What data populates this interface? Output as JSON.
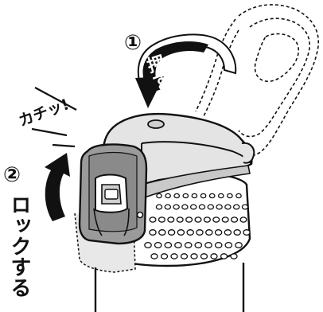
{
  "step1": {
    "number": "①",
    "label": "押す"
  },
  "click_sound": "カチッ!",
  "step2": {
    "number": "②",
    "label": "ロックする"
  },
  "colors": {
    "outline": "#111111",
    "lid_gray": "#e4e4e4",
    "lid_shadow": "#c9c9c9",
    "lock_gray": "#9a9a9a",
    "lock_dark": "#6f6f6f",
    "lock_light": "#cfcfcf",
    "arrow": "#111111"
  },
  "icons": [
    "curved-push-arrow-icon",
    "curved-lock-arrow-icon",
    "hinged-handle-dashed",
    "perforated-lid-band"
  ]
}
